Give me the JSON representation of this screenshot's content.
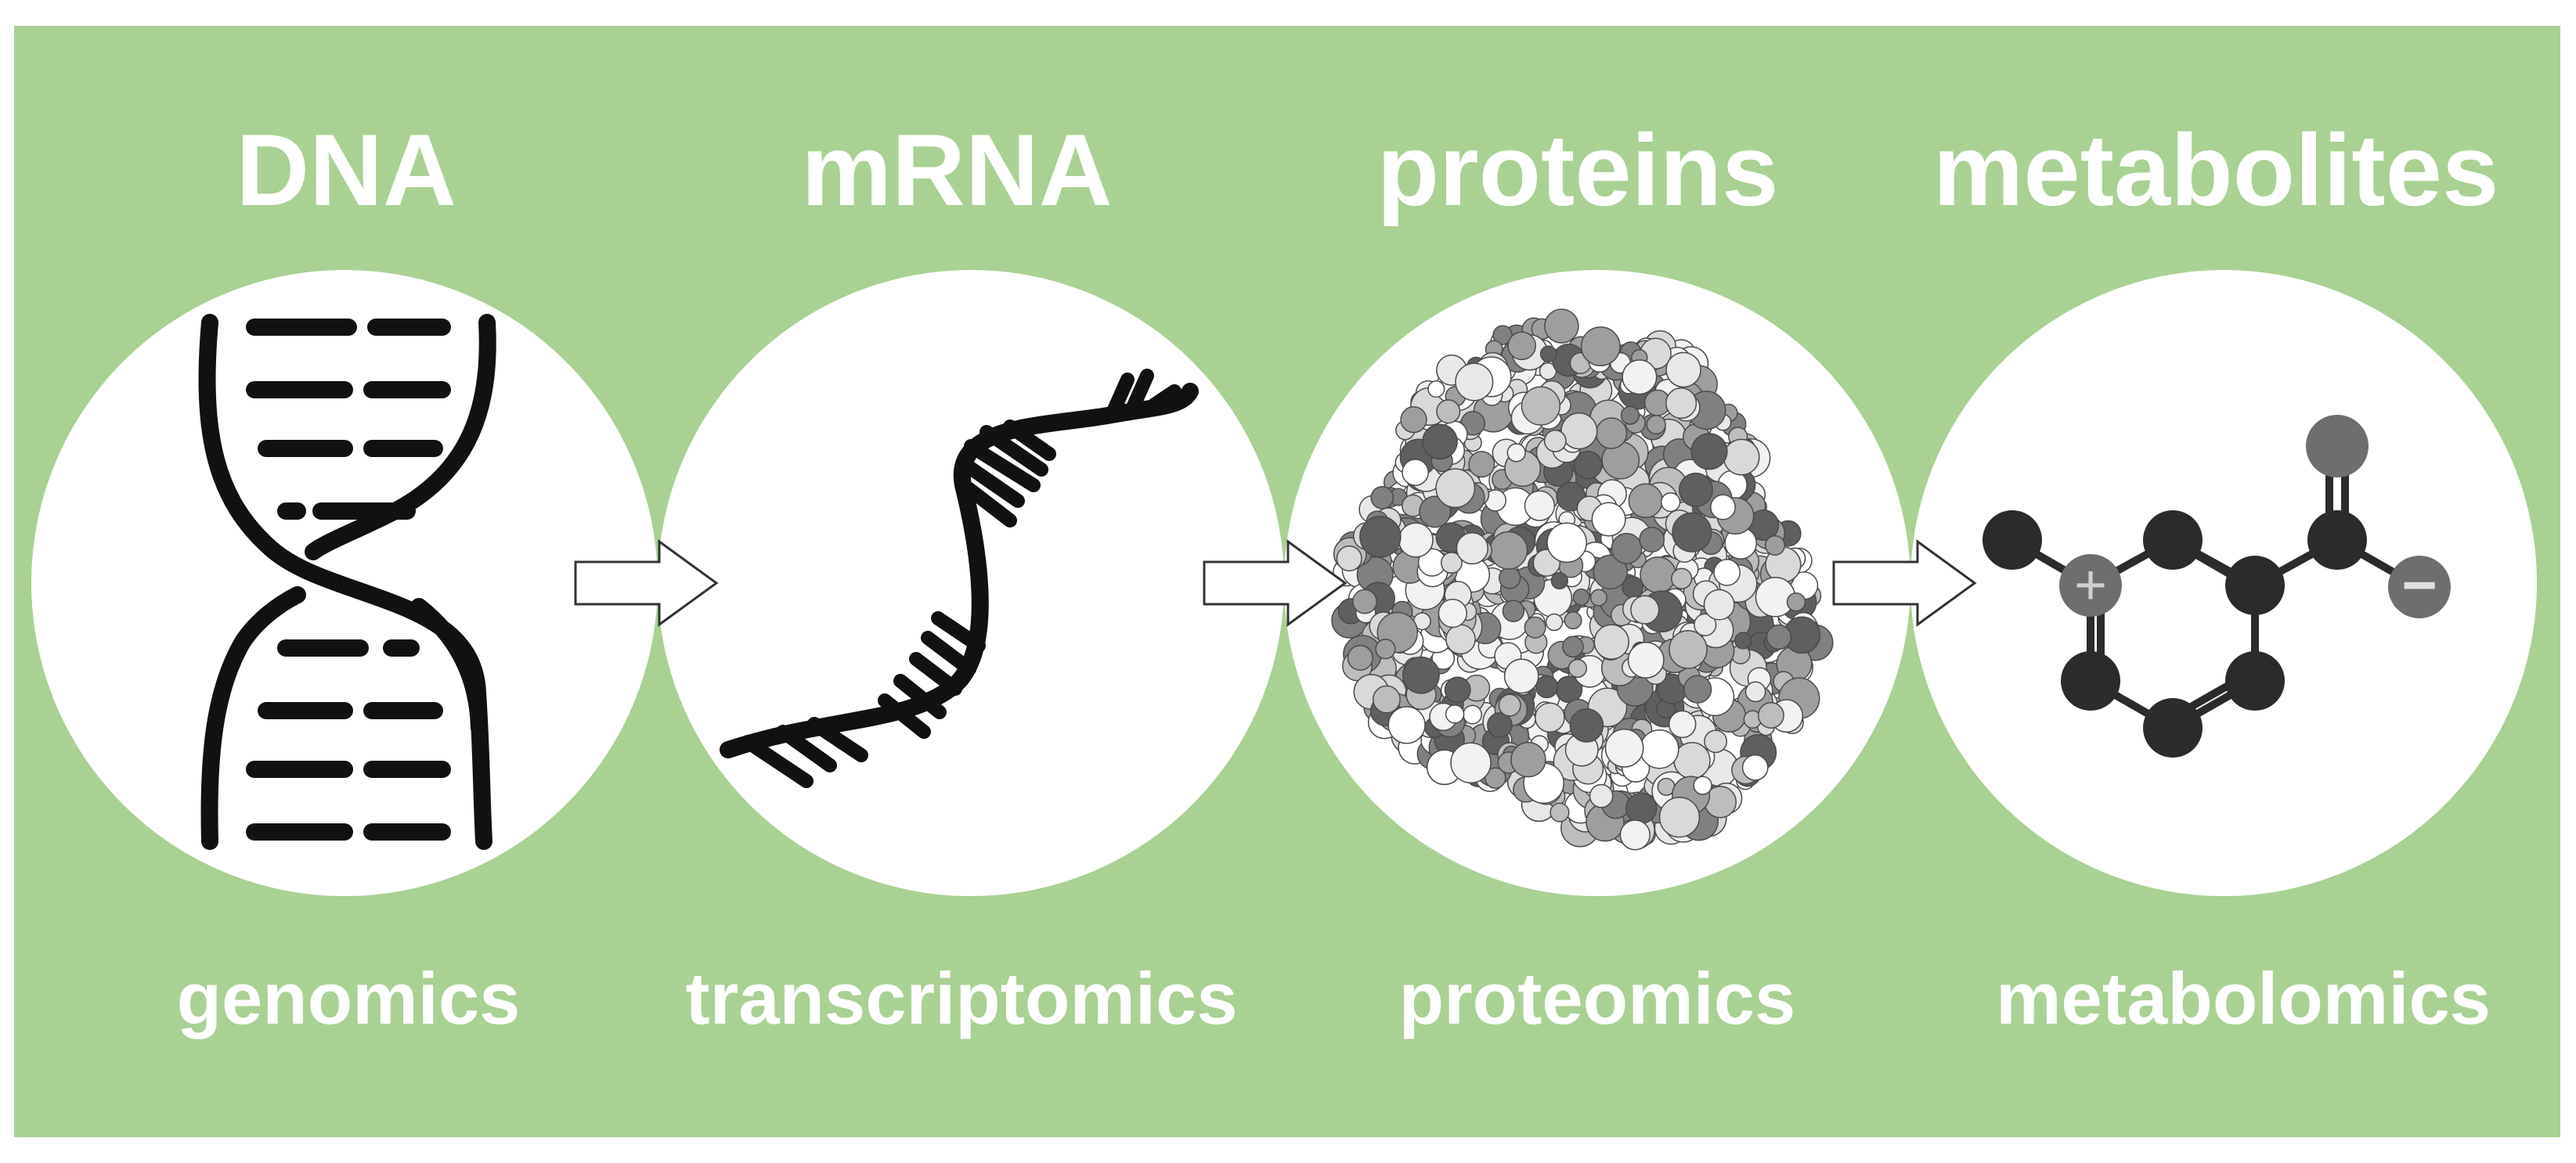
{
  "colors": {
    "background": "#a9d193",
    "circle": "#ffffff",
    "ink": "#111111",
    "arrow_fill": "#ffffff",
    "arrow_stroke": "#333333",
    "atom_dark": "#2b2b2b",
    "atom_charged": "#6e6e6e"
  },
  "stages": [
    {
      "title": "DNA",
      "label": "genomics",
      "icon": "dna-double-helix-icon"
    },
    {
      "title": "mRNA",
      "label": "transcriptomics",
      "icon": "mrna-strand-icon"
    },
    {
      "title": "proteins",
      "label": "proteomics",
      "icon": "protein-molecule-icon"
    },
    {
      "title": "metabolites",
      "label": "metabolomics",
      "icon": "metabolite-molecule-icon"
    }
  ],
  "arrows": [
    "right-arrow-icon",
    "right-arrow-icon",
    "right-arrow-icon"
  ],
  "charges": {
    "plus": "+",
    "minus": "−"
  }
}
